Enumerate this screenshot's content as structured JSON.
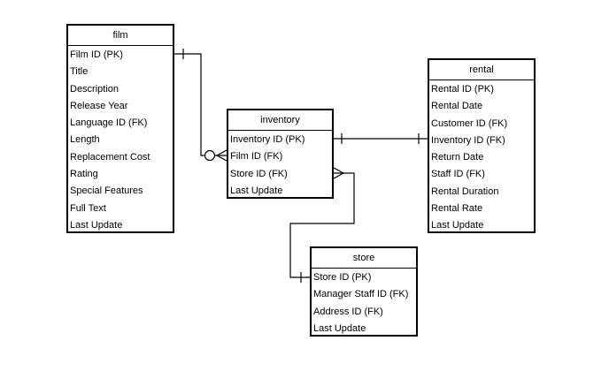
{
  "entities": {
    "film": {
      "title": "film",
      "attributes": [
        "Film ID (PK)",
        "Title",
        "Description",
        "Release Year",
        "Language ID (FK)",
        "Length",
        "Replacement Cost",
        "Rating",
        "Special Features",
        "Full Text",
        "Last Update"
      ]
    },
    "inventory": {
      "title": "inventory",
      "attributes": [
        "Inventory ID (PK)",
        "Film ID (FK)",
        "Store ID (FK)",
        "Last Update"
      ]
    },
    "rental": {
      "title": "rental",
      "attributes": [
        "Rental ID (PK)",
        "Rental Date",
        "Customer ID (FK)",
        "Inventory ID (FK)",
        "Return Date",
        "Staff ID (FK)",
        "Rental Duration",
        "Rental Rate",
        "Last Update"
      ]
    },
    "store": {
      "title": "store",
      "attributes": [
        "Store ID (PK)",
        "Manager Staff ID (FK)",
        "Address ID (FK)",
        "Last Update"
      ]
    }
  },
  "relationships": [
    {
      "from": "film.Film ID (PK)",
      "to": "inventory.Film ID (FK)",
      "from_end": "one",
      "to_end": "zero-or-many"
    },
    {
      "from": "inventory.Inventory ID (PK)",
      "to": "rental.Inventory ID (FK)",
      "from_end": "one",
      "to_end": "one"
    },
    {
      "from": "store.Store ID (PK)",
      "to": "inventory.Store ID (FK)",
      "from_end": "one",
      "to_end": "many"
    }
  ]
}
